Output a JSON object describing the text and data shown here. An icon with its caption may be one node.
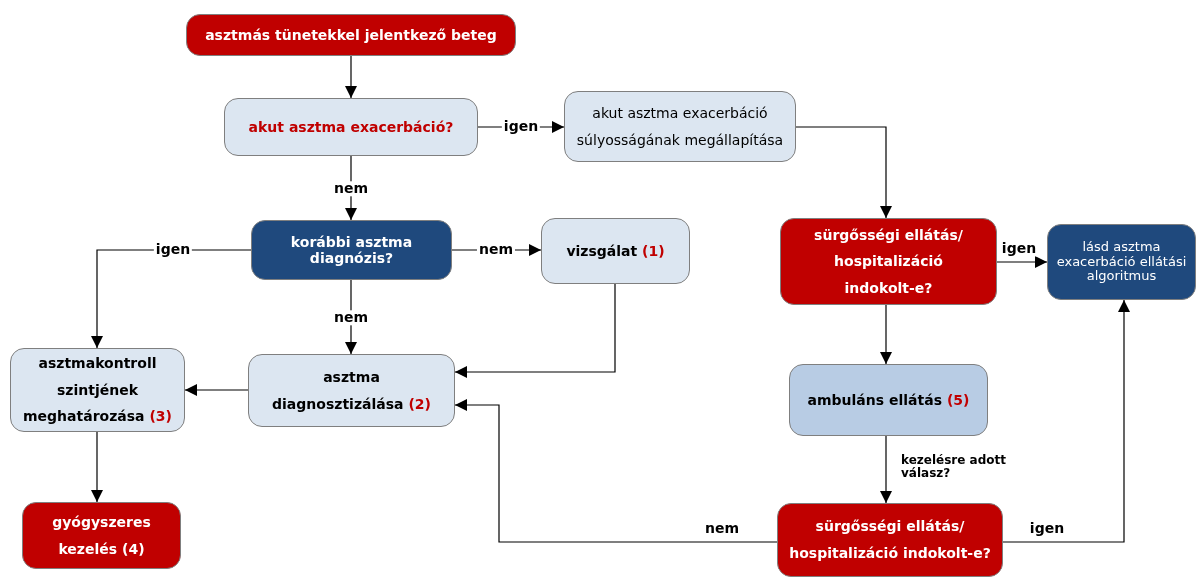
{
  "diagram": {
    "nodes": [
      {
        "text": [
          "asztmás tünetekkel jelentkező beteg"
        ]
      },
      {
        "text": [
          "akut asztma exacerbáció?"
        ]
      },
      {
        "text": [
          "akut asztma exacerbáció súlyosságának megállapítása"
        ]
      },
      {
        "text": [
          "korábbi asztma diagnózis?"
        ]
      },
      {
        "text": [
          "vizsgálat",
          "(1)"
        ]
      },
      {
        "text": [
          "asztmakontroll szintjének meghatározása",
          "(3)"
        ]
      },
      {
        "text": [
          "asztma diagnosztizálása",
          "(2)"
        ]
      },
      {
        "text": [
          "gyógyszeres kezelés (4)"
        ]
      },
      {
        "text": [
          "sürgősségi ellátás/ hospitalizáció indokolt-e?"
        ]
      },
      {
        "text": [
          "lásd asztma exacerbáció ellátási algoritmus"
        ]
      },
      {
        "text": [
          "ambuláns ellátás",
          "(5)"
        ]
      },
      {
        "text": [
          "sürgősségi ellátás/ hospitalizáció indokolt-e?"
        ]
      }
    ],
    "edges": [
      {
        "from": 0,
        "to": 1,
        "arrow": "to"
      },
      {
        "from": 1,
        "to": 2,
        "arrow": "to",
        "label": "igen"
      },
      {
        "from": 1,
        "to": 3,
        "arrow": "to",
        "label": "nem"
      },
      {
        "from": 3,
        "to": 5,
        "arrow": "to",
        "label": "igen"
      },
      {
        "from": 3,
        "to": 4,
        "arrow": "to",
        "label": "nem"
      },
      {
        "from": 3,
        "to": 6,
        "arrow": "to",
        "label": "nem"
      },
      {
        "from": 4,
        "to": 6,
        "arrow": "to"
      },
      {
        "from": 6,
        "to": 5,
        "arrow": "to"
      },
      {
        "from": 5,
        "to": 7,
        "arrow": "to"
      },
      {
        "from": 2,
        "to": 8,
        "arrow": "to"
      },
      {
        "from": 8,
        "to": 9,
        "arrow": "to",
        "label": "igen"
      },
      {
        "from": 8,
        "to": 10,
        "arrow": "to"
      },
      {
        "from": 10,
        "to": 11,
        "arrow": "to",
        "label": "kezelésre adott válasz?"
      },
      {
        "from": 11,
        "to": 6,
        "arrow": "to",
        "label": "nem"
      },
      {
        "from": 11,
        "to": 9,
        "arrow": "to",
        "label": "igen"
      }
    ]
  }
}
